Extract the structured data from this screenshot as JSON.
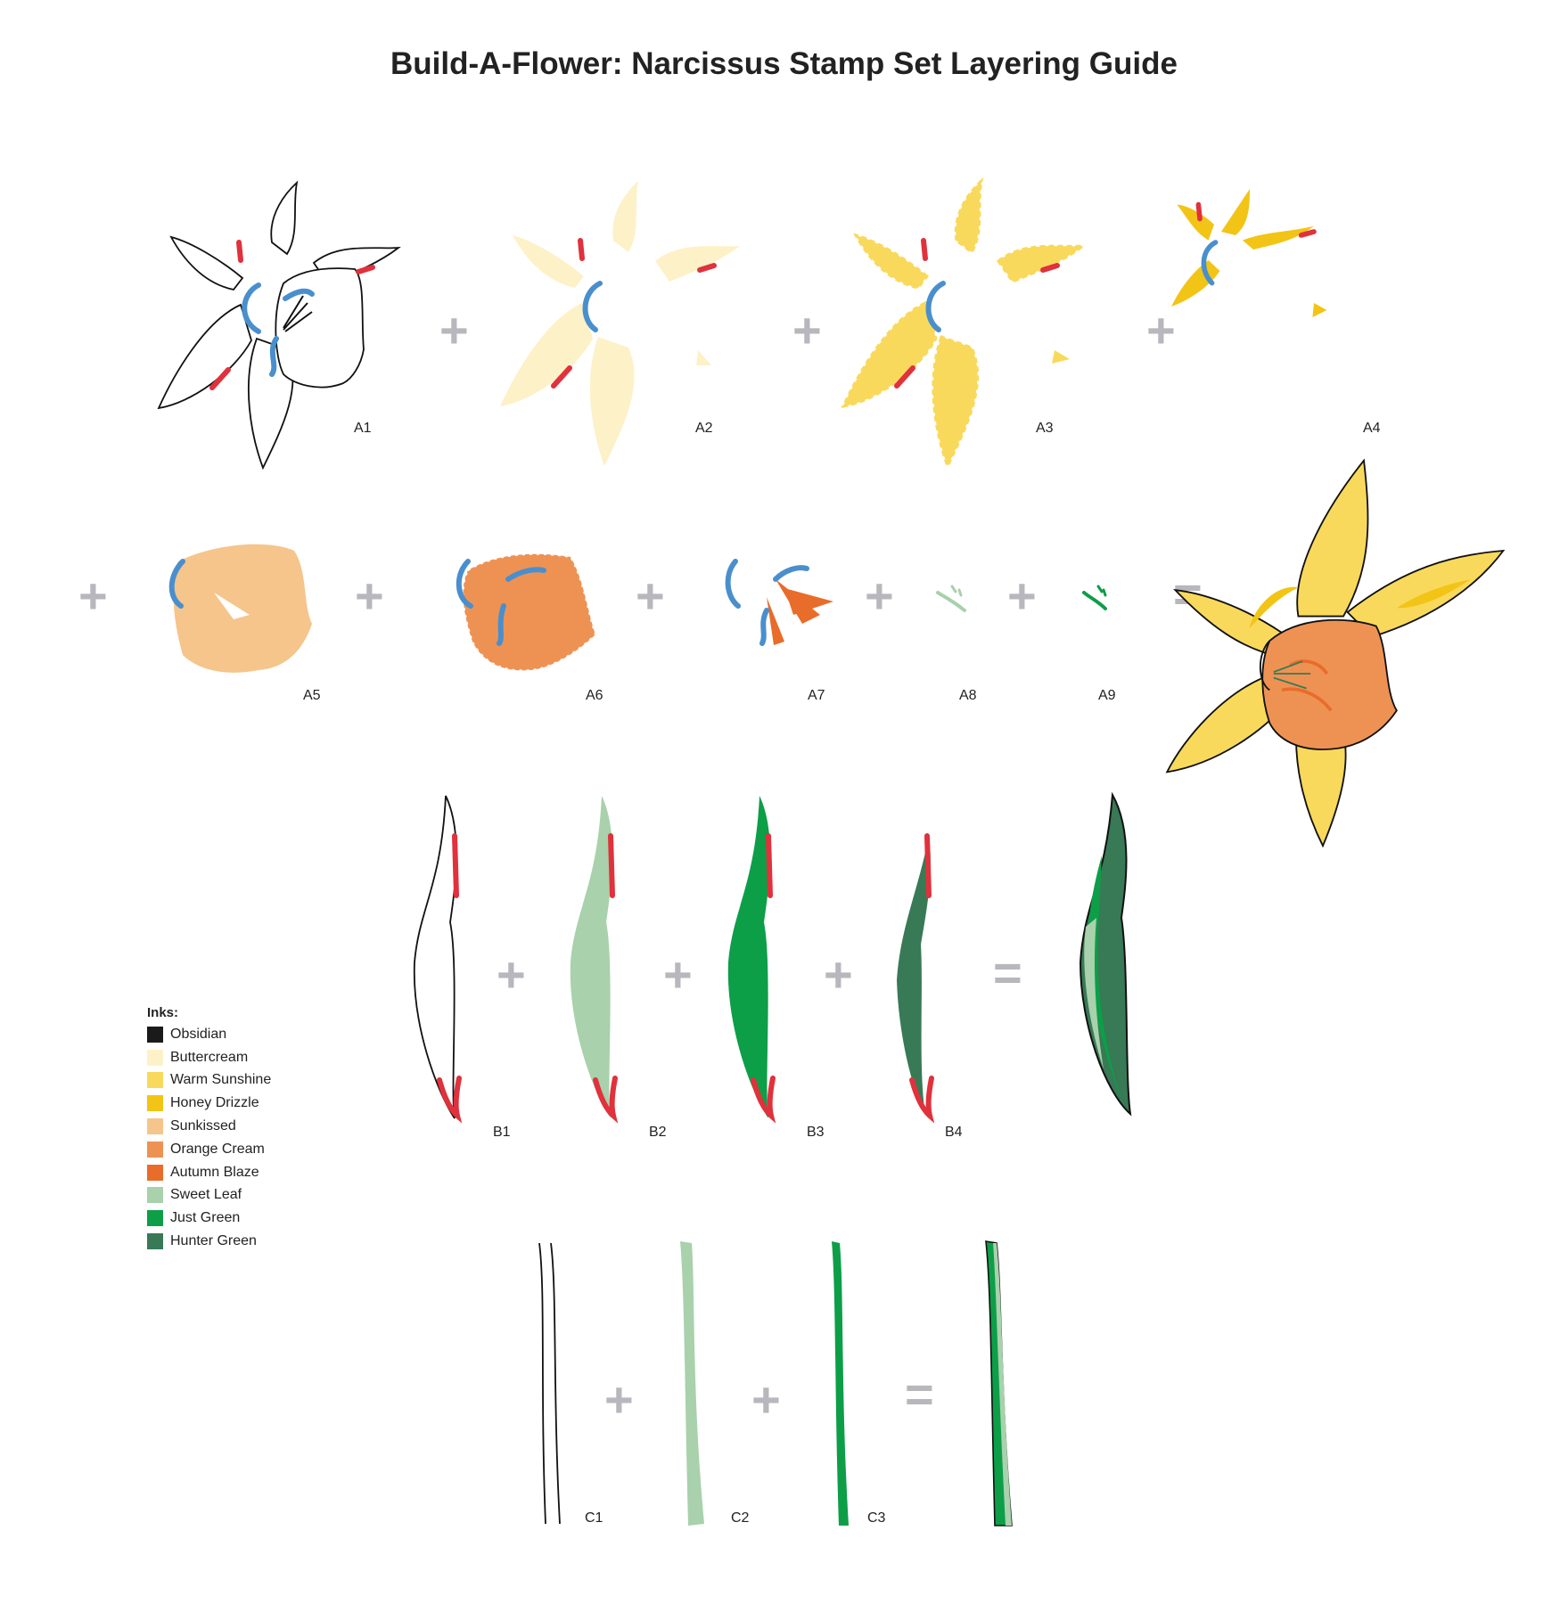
{
  "title": "Build-A-Flower: Narcissus Stamp Set Layering Guide",
  "labels": {
    "A1": "A1",
    "A2": "A2",
    "A3": "A3",
    "A4": "A4",
    "A5": "A5",
    "A6": "A6",
    "A7": "A7",
    "A8": "A8",
    "A9": "A9",
    "B1": "B1",
    "B2": "B2",
    "B3": "B3",
    "B4": "B4",
    "C1": "C1",
    "C2": "C2",
    "C3": "C3"
  },
  "operators": {
    "plus": "+",
    "equals": "="
  },
  "legend": {
    "title": "Inks:",
    "items": [
      {
        "name": "Obsidian",
        "color": "#1a1a1a"
      },
      {
        "name": "Buttercream",
        "color": "#fdf1c8"
      },
      {
        "name": "Warm Sunshine",
        "color": "#f9d95c"
      },
      {
        "name": "Honey Drizzle",
        "color": "#f2c416"
      },
      {
        "name": "Sunkissed",
        "color": "#f5c58b"
      },
      {
        "name": "Orange Cream",
        "color": "#ee9254"
      },
      {
        "name": "Autumn Blaze",
        "color": "#e86c2a"
      },
      {
        "name": "Sweet Leaf",
        "color": "#a8d1ac"
      },
      {
        "name": "Just Green",
        "color": "#0d9e48"
      },
      {
        "name": "Hunter Green",
        "color": "#377a55"
      }
    ]
  },
  "marker_colors": {
    "red": "#e0313c",
    "blue": "#4a8fcd"
  }
}
